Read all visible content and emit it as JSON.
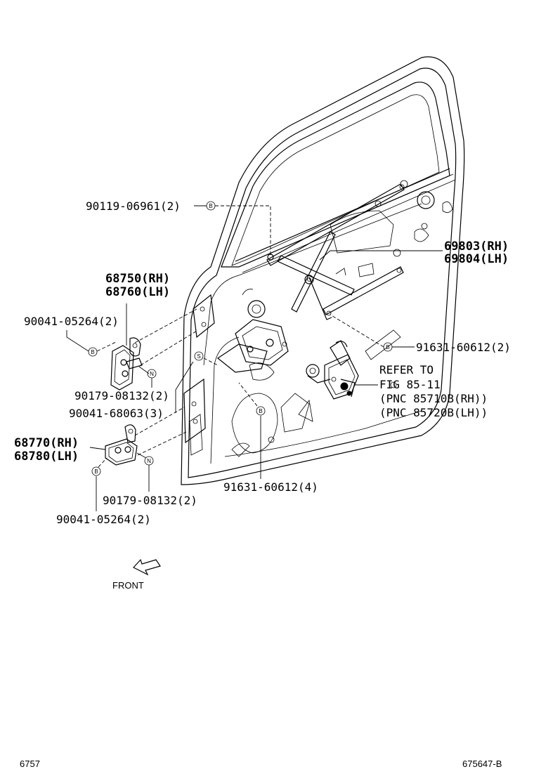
{
  "labels": {
    "p90119": "90119-06961(2)",
    "p69803": "69803(RH)",
    "p69804": "69804(LH)",
    "p68750": "68750(RH)",
    "p68760": "68760(LH)",
    "p90041a": "90041-05264(2)",
    "p91631a": "91631-60612(2)",
    "p90179a": "90179-08132(2)",
    "p90041b": "90041-68063(3)",
    "p68770": "68770(RH)",
    "p68780": "68780(LH)",
    "p91631b": "91631-60612(4)",
    "p90179b": "90179-08132(2)",
    "p90041c": "90041-05264(2)",
    "refer1": "REFER TO",
    "refer2": "FIG 85-11",
    "refer3": "(PNC 85710B(RH))",
    "refer4": "(PNC 85720B(LH))",
    "front": "FRONT",
    "page_code": "6757",
    "fig_code": "675647-B"
  },
  "marks": {
    "b": "B",
    "n": "N",
    "s": "S"
  }
}
